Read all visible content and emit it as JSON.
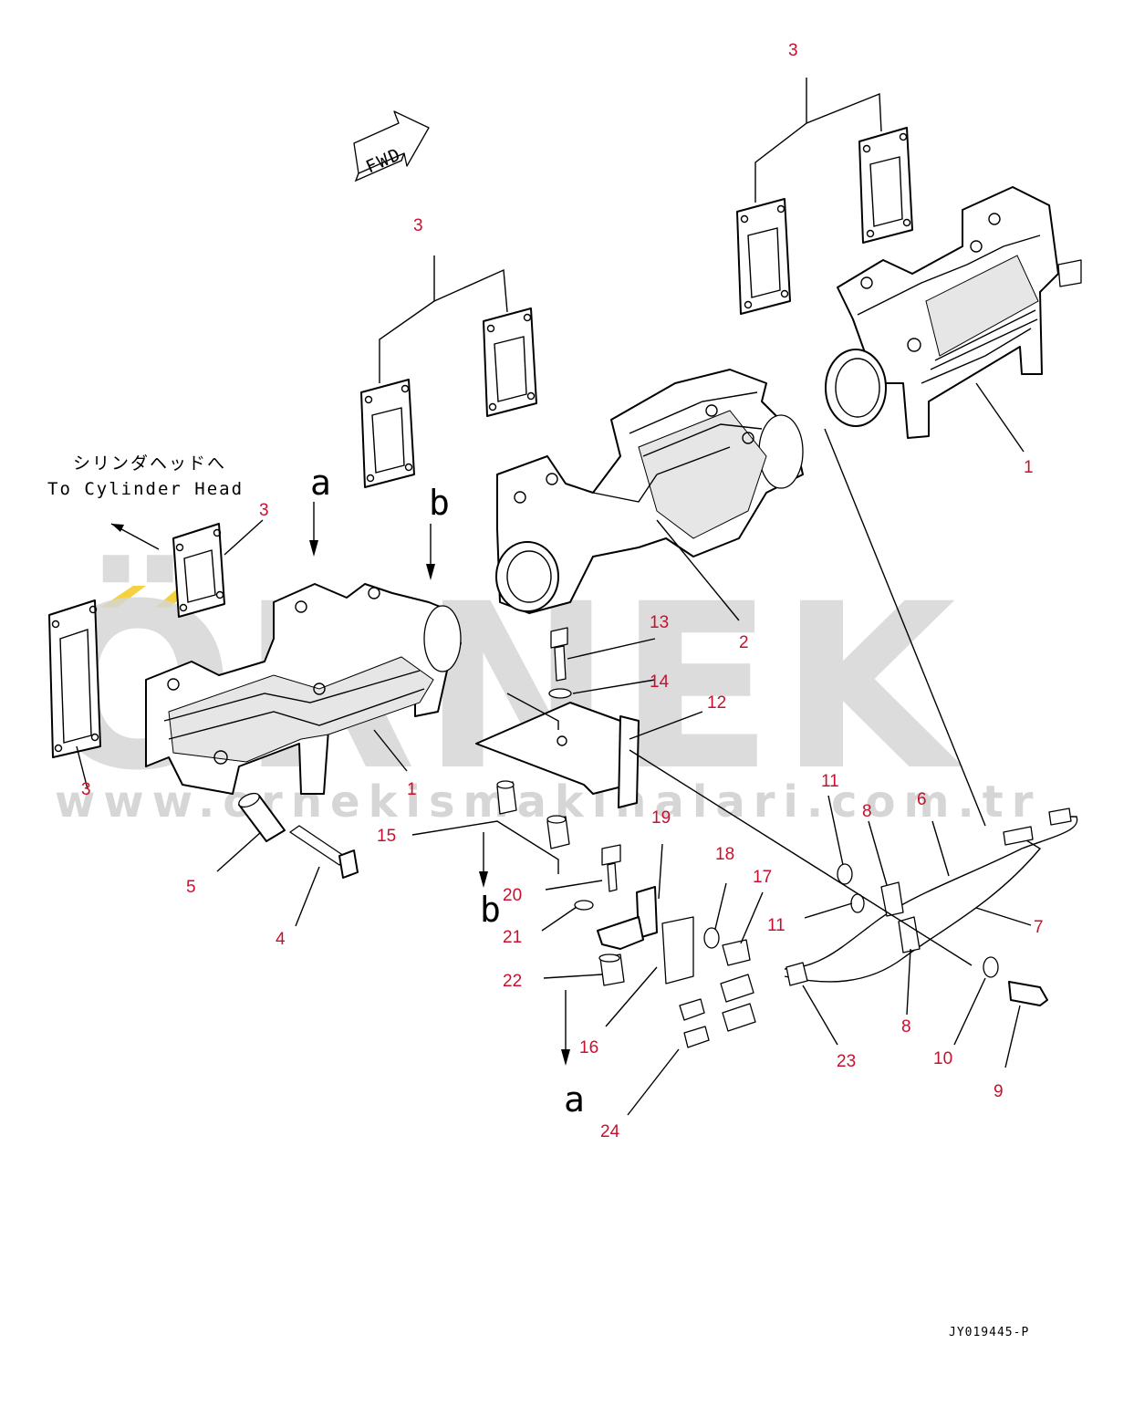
{
  "watermark": {
    "brand": "ÖRNEK",
    "url": "www.ornekismakinalari.com.tr",
    "accent_color": "#f2c200"
  },
  "direction_arrow": {
    "label": "FWD"
  },
  "note": {
    "japanese": "シリンダヘッドへ",
    "english": "To Cylinder Head"
  },
  "flow_markers": {
    "a": "a",
    "b": "b"
  },
  "drawing_code": "JY019445-P",
  "callouts": {
    "c1a": "1",
    "c1b": "1",
    "c2": "2",
    "c3a": "3",
    "c3b": "3",
    "c3c": "3",
    "c3d": "3",
    "c4": "4",
    "c5": "5",
    "c6": "6",
    "c7": "7",
    "c8a": "8",
    "c8b": "8",
    "c9": "9",
    "c10": "10",
    "c11a": "11",
    "c11b": "11",
    "c12": "12",
    "c13": "13",
    "c14": "14",
    "c15": "15",
    "c16": "16",
    "c17": "17",
    "c18": "18",
    "c19": "19",
    "c20": "20",
    "c21": "21",
    "c22": "22",
    "c23": "23",
    "c24": "24"
  },
  "colors": {
    "callout": "#c8102e",
    "linework": "#000000",
    "watermark": "#d6d6d6"
  }
}
